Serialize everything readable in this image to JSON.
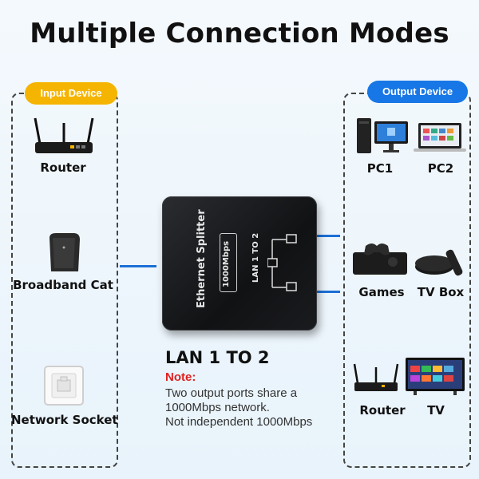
{
  "title": "Multiple Connection Modes",
  "input_group": {
    "badge": "Input Device",
    "devices": [
      "Router",
      "Broadband Cat",
      "Network Socket"
    ]
  },
  "output_group": {
    "badge": "Output Device",
    "devices": [
      "PC1",
      "PC2",
      "Games",
      "TV Box",
      "Router",
      "TV"
    ]
  },
  "splitter": {
    "name": "Ethernet Splitter",
    "speed": "1000Mbps",
    "mode": "LAN 1 TO 2"
  },
  "caption": {
    "heading": "LAN 1 TO 2",
    "note_label": "Note:",
    "lines": [
      "Two output ports share a",
      "1000Mbps network.",
      "Not independent 1000Mbps"
    ]
  },
  "colors": {
    "input_badge": "#f5b400",
    "output_badge": "#1877e6",
    "connector": "#1c6fd6",
    "note": "#e02020"
  }
}
